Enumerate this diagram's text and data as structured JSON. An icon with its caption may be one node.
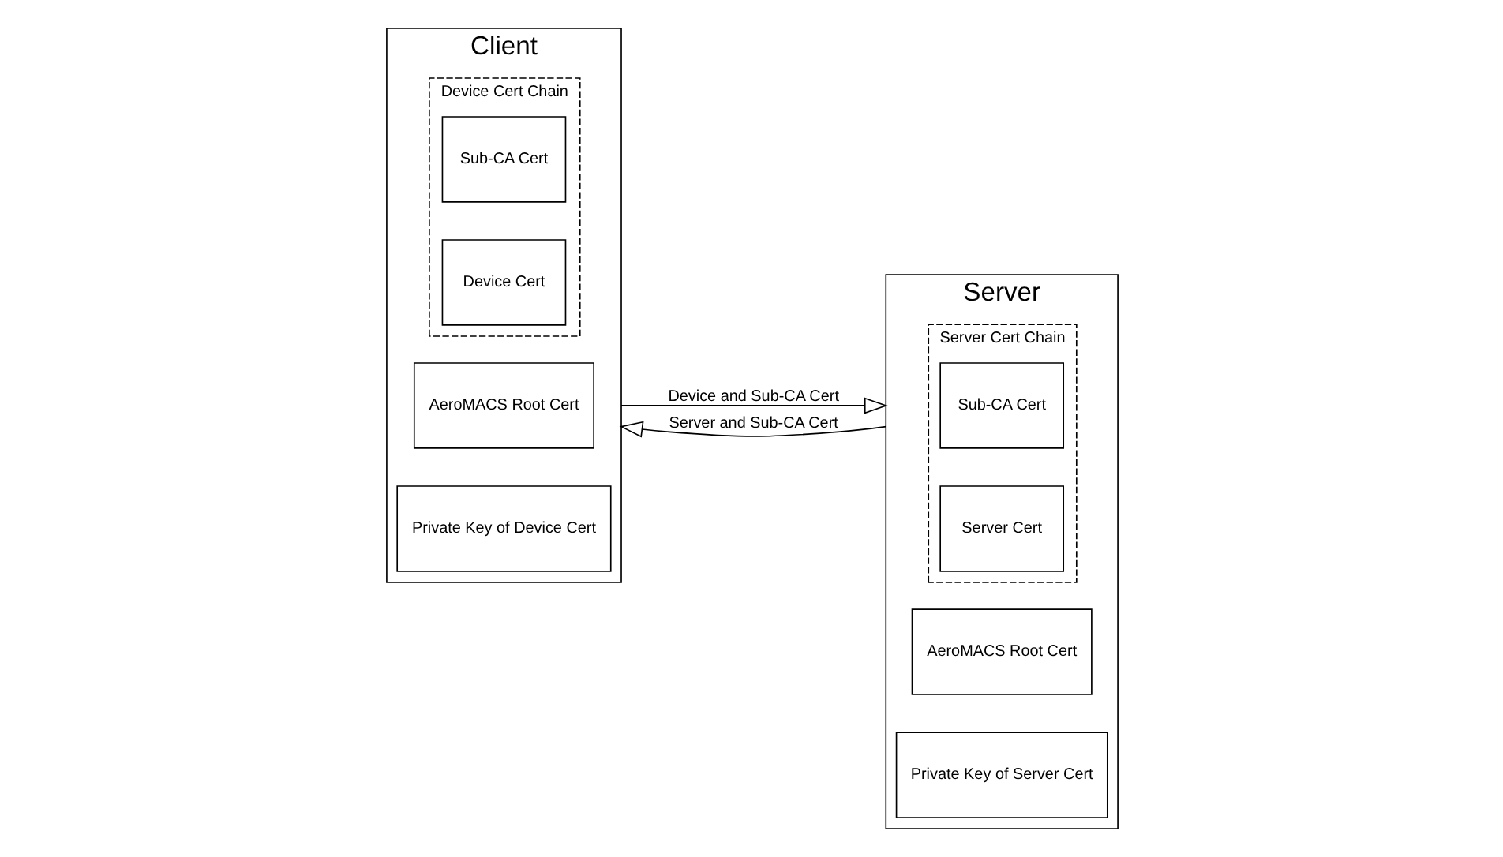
{
  "diagram": {
    "nodes": [
      {
        "text": [
          "Client"
        ]
      },
      {
        "text": [
          "AeroMACS Root Cert"
        ],
        "in": 0
      },
      {
        "text": [
          "Device Cert Chain"
        ],
        "in": 0
      },
      {
        "text": [
          "Sub-CA Cert"
        ],
        "in": 2
      },
      {
        "text": [
          "Device Cert"
        ],
        "in": 2
      },
      {
        "text": [
          "Private Key of Device Cert"
        ],
        "in": 0
      },
      {
        "text": [
          "Server"
        ]
      },
      {
        "text": [
          "Server Cert Chain"
        ],
        "in": 6
      },
      {
        "text": [
          "Sub-CA Cert"
        ],
        "in": 7
      },
      {
        "text": [
          "Server Cert"
        ],
        "in": 7
      },
      {
        "text": [
          "AeroMACS Root Cert"
        ],
        "in": 6
      },
      {
        "text": [
          "Private Key of Server Cert"
        ],
        "in": 6
      }
    ],
    "edges": [
      {
        "from": 0,
        "to": 6,
        "arrow": "to",
        "label": "Device and Sub-CA Cert"
      },
      {
        "from": 6,
        "to": 0,
        "arrow": "to",
        "label": "Server and Sub-CA Cert"
      }
    ]
  }
}
